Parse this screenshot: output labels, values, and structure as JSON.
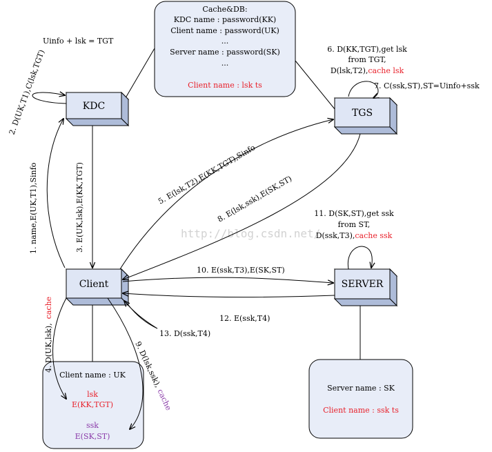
{
  "nodes": {
    "kdc": "KDC",
    "tgs": "TGS",
    "client": "Client",
    "server": "SERVER"
  },
  "cache_db": {
    "title": "Cache&DB:",
    "lines": [
      "KDC name : password(KK)",
      "Client name : password(UK)",
      "...",
      "Server name : password(SK)",
      "..."
    ],
    "highlight": "Client name : lsk ts"
  },
  "client_store": {
    "title": "Client name : UK",
    "lsk": "lsk",
    "lsk_tgt": "E(KK,TGT)",
    "ssk": "ssk",
    "ssk_st": "E(SK,ST)"
  },
  "server_store": {
    "title": "Server name : SK",
    "highlight": "Client name : ssk ts"
  },
  "labels": {
    "uinfo": "Uinfo + lsk = TGT",
    "s1": "1. name,E(UK,T1),Sinfo",
    "s2": "2. D(UK,T1),C(lsk,TGT)",
    "s3": "3. E(UK,lsk),E(KK,TGT)",
    "s4_a": "4. D(UK,lsk),",
    "s4_b": "cache",
    "s5": "5. E(lsk,T2),E(KK,TGT),Sinfo",
    "s6_a": "6. D(KK,TGT),get lsk",
    "s6_b": "from TGT,",
    "s6_c": "D(lsk,T2),",
    "s6_d": "cache lsk",
    "s7": "7. C(ssk,ST),ST=Uinfo+ssk",
    "s8": "8. E(lsk,ssk),E(SK,ST)",
    "s9_a": "9. D(lsk,ssk),",
    "s9_b": "cache",
    "s10": "10. E(ssk,T3),E(SK,ST)",
    "s11_a": "11. D(SK,ST),get ssk",
    "s11_b": "from ST,",
    "s11_c": "D(ssk,T3),",
    "s11_d": "cache ssk",
    "s12": "12. E(ssk,T4)",
    "s13": "13. D(ssk,T4)"
  },
  "watermark": "http://blog.csdn.net/",
  "colors": {
    "box_fill": "#dfe6f5",
    "box_side": "#aebcd9",
    "store_fill": "#e8edf8",
    "red": "#e8202a",
    "purple": "#8a3aa8"
  }
}
